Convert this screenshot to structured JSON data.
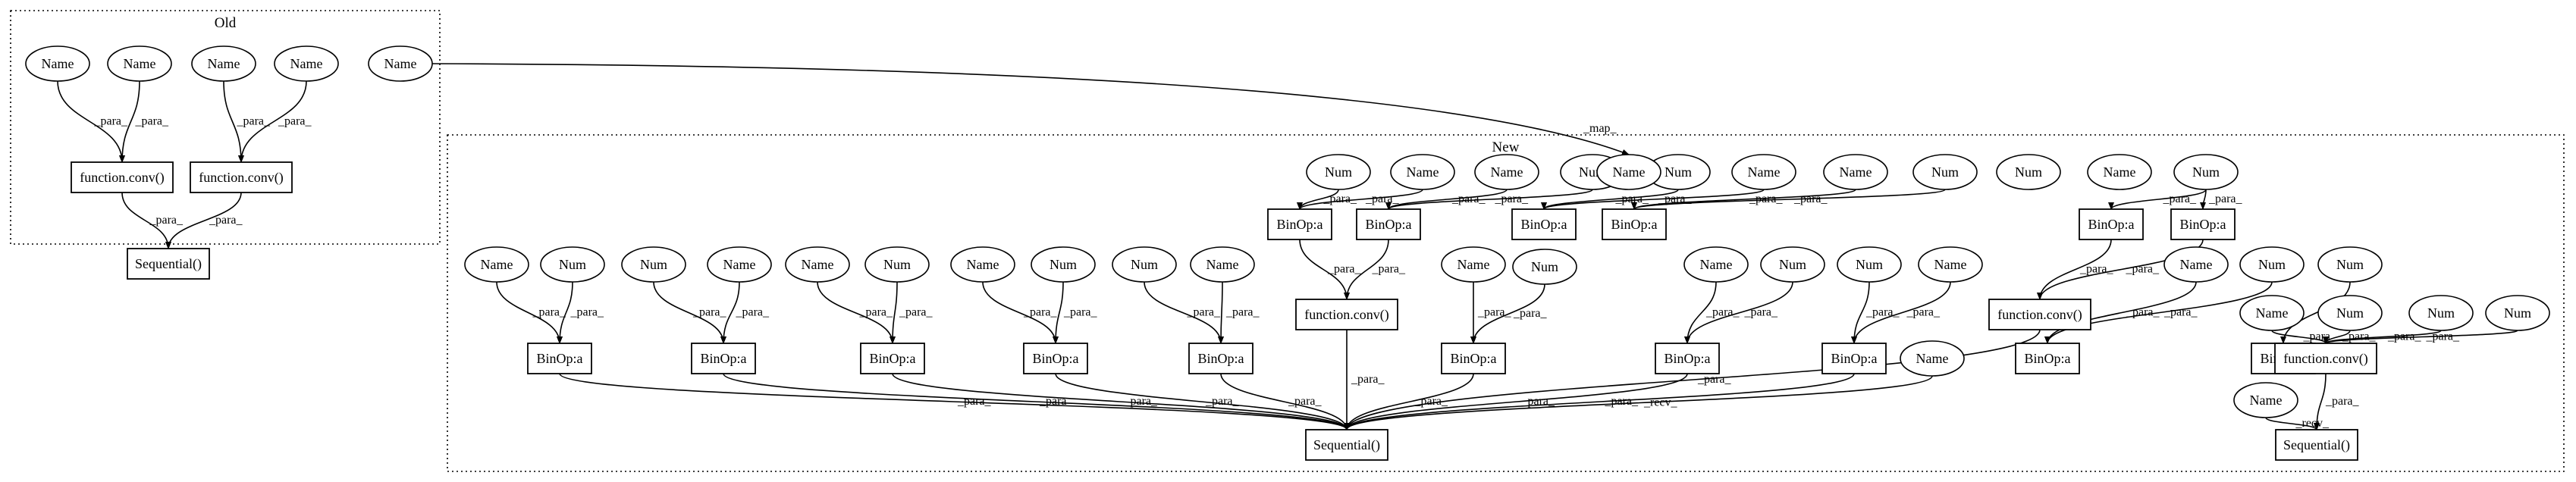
{
  "clusters": [
    {
      "id": "old",
      "label": "Old"
    },
    {
      "id": "new",
      "label": "New"
    }
  ],
  "nodes": [
    {
      "id": "o_n1",
      "kind": "ellipse",
      "label": "Name"
    },
    {
      "id": "o_n2",
      "kind": "ellipse",
      "label": "Name"
    },
    {
      "id": "o_n3",
      "kind": "ellipse",
      "label": "Name"
    },
    {
      "id": "o_n4",
      "kind": "ellipse",
      "label": "Name"
    },
    {
      "id": "o_n5",
      "kind": "ellipse",
      "label": "Name"
    },
    {
      "id": "o_f1",
      "kind": "box",
      "label": "function.conv()"
    },
    {
      "id": "o_f2",
      "kind": "box",
      "label": "function.conv()"
    },
    {
      "id": "o_seq",
      "kind": "box",
      "label": "Sequential()"
    },
    {
      "id": "t1",
      "kind": "ellipse",
      "label": "Num"
    },
    {
      "id": "t2",
      "kind": "ellipse",
      "label": "Name"
    },
    {
      "id": "t3",
      "kind": "ellipse",
      "label": "Name"
    },
    {
      "id": "t4",
      "kind": "ellipse",
      "label": "Num"
    },
    {
      "id": "t5",
      "kind": "ellipse",
      "label": "Num"
    },
    {
      "id": "t6",
      "kind": "ellipse",
      "label": "Name"
    },
    {
      "id": "t7",
      "kind": "ellipse",
      "label": "Name"
    },
    {
      "id": "t8",
      "kind": "ellipse",
      "label": "Num"
    },
    {
      "id": "t9",
      "kind": "ellipse",
      "label": "Num"
    },
    {
      "id": "t10",
      "kind": "ellipse",
      "label": "Name"
    },
    {
      "id": "t11",
      "kind": "ellipse",
      "label": "Name"
    },
    {
      "id": "t12",
      "kind": "ellipse",
      "label": "Num"
    },
    {
      "id": "tb1",
      "kind": "box",
      "label": "BinOp:a"
    },
    {
      "id": "tb2",
      "kind": "box",
      "label": "BinOp:a"
    },
    {
      "id": "tb3",
      "kind": "box",
      "label": "BinOp:a"
    },
    {
      "id": "tb4",
      "kind": "box",
      "label": "BinOp:a"
    },
    {
      "id": "tb5",
      "kind": "box",
      "label": "BinOp:a"
    },
    {
      "id": "tb6",
      "kind": "box",
      "label": "BinOp:a"
    },
    {
      "id": "tb7",
      "kind": "box",
      "label": "BinOp:a"
    },
    {
      "id": "m1",
      "kind": "ellipse",
      "label": "Name"
    },
    {
      "id": "m2",
      "kind": "ellipse",
      "label": "Num"
    },
    {
      "id": "m3",
      "kind": "ellipse",
      "label": "Num"
    },
    {
      "id": "m4",
      "kind": "ellipse",
      "label": "Name"
    },
    {
      "id": "m5",
      "kind": "ellipse",
      "label": "Name"
    },
    {
      "id": "m6",
      "kind": "ellipse",
      "label": "Num"
    },
    {
      "id": "m7",
      "kind": "ellipse",
      "label": "Name"
    },
    {
      "id": "m8",
      "kind": "ellipse",
      "label": "Num"
    },
    {
      "id": "m9",
      "kind": "ellipse",
      "label": "Num"
    },
    {
      "id": "m10",
      "kind": "ellipse",
      "label": "Name"
    },
    {
      "id": "m11",
      "kind": "ellipse",
      "label": "Name"
    },
    {
      "id": "m12",
      "kind": "ellipse",
      "label": "Num"
    },
    {
      "id": "m13",
      "kind": "ellipse",
      "label": "Name"
    },
    {
      "id": "m14",
      "kind": "ellipse",
      "label": "Num"
    },
    {
      "id": "m15",
      "kind": "ellipse",
      "label": "Num"
    },
    {
      "id": "m16",
      "kind": "ellipse",
      "label": "Name"
    },
    {
      "id": "m17",
      "kind": "ellipse",
      "label": "Name"
    },
    {
      "id": "m18",
      "kind": "ellipse",
      "label": "Num"
    },
    {
      "id": "m19",
      "kind": "ellipse",
      "label": "Name"
    },
    {
      "id": "m20",
      "kind": "ellipse",
      "label": "Num"
    },
    {
      "id": "m21",
      "kind": "ellipse",
      "label": "Num"
    },
    {
      "id": "m22",
      "kind": "ellipse",
      "label": "Name"
    },
    {
      "id": "mb1",
      "kind": "box",
      "label": "BinOp:a"
    },
    {
      "id": "mb2",
      "kind": "box",
      "label": "BinOp:a"
    },
    {
      "id": "mb3",
      "kind": "box",
      "label": "BinOp:a"
    },
    {
      "id": "mb4",
      "kind": "box",
      "label": "BinOp:a"
    },
    {
      "id": "mb5",
      "kind": "box",
      "label": "BinOp:a"
    },
    {
      "id": "mb6",
      "kind": "box",
      "label": "BinOp:a"
    },
    {
      "id": "mb7",
      "kind": "box",
      "label": "BinOp:a"
    },
    {
      "id": "mb8",
      "kind": "box",
      "label": "BinOp:a"
    },
    {
      "id": "mb9",
      "kind": "box",
      "label": "BinOp:a"
    },
    {
      "id": "mb10",
      "kind": "box",
      "label": "BinOp:a"
    },
    {
      "id": "mb11",
      "kind": "box",
      "label": "BinOp:a"
    },
    {
      "id": "n_num",
      "kind": "ellipse",
      "label": "Num"
    },
    {
      "id": "n_fc1",
      "kind": "box",
      "label": "function.conv()"
    },
    {
      "id": "n_fc2",
      "kind": "box",
      "label": "function.conv()"
    },
    {
      "id": "n_fc3",
      "kind": "box",
      "label": "function.conv()"
    },
    {
      "id": "r_name1",
      "kind": "ellipse",
      "label": "Name"
    },
    {
      "id": "r_num1",
      "kind": "ellipse",
      "label": "Num"
    },
    {
      "id": "r_num2",
      "kind": "ellipse",
      "label": "Num"
    },
    {
      "id": "r_num3",
      "kind": "ellipse",
      "label": "Num"
    },
    {
      "id": "recv_name1",
      "kind": "ellipse",
      "label": "Name"
    },
    {
      "id": "recv_name2",
      "kind": "ellipse",
      "label": "Name"
    },
    {
      "id": "seq_main",
      "kind": "box",
      "label": "Sequential()"
    },
    {
      "id": "seq_right",
      "kind": "box",
      "label": "Sequential()"
    }
  ],
  "edges": [
    {
      "from": "o_n1",
      "to": "o_f1",
      "label": "_para_"
    },
    {
      "from": "o_n2",
      "to": "o_f1",
      "label": "_para_"
    },
    {
      "from": "o_n3",
      "to": "o_f2",
      "label": "_para_"
    },
    {
      "from": "o_n4",
      "to": "o_f2",
      "label": "_para_"
    },
    {
      "from": "o_f1",
      "to": "o_seq",
      "label": "_para_"
    },
    {
      "from": "o_f2",
      "to": "o_seq",
      "label": "_para_"
    },
    {
      "from": "o_n5",
      "to": "t11",
      "label": "_map_"
    },
    {
      "from": "t1",
      "to": "tb1",
      "label": "_para_"
    },
    {
      "from": "t2",
      "to": "tb1",
      "label": "_para_"
    },
    {
      "from": "t3",
      "to": "tb2",
      "label": "_para_"
    },
    {
      "from": "t4",
      "to": "tb2",
      "label": "_para_"
    },
    {
      "from": "t5",
      "to": "tb3",
      "label": "_para_"
    },
    {
      "from": "t6",
      "to": "tb3",
      "label": "_para_"
    },
    {
      "from": "t7",
      "to": "tb4",
      "label": "_para_"
    },
    {
      "from": "t8",
      "to": "tb4",
      "label": "_para_"
    },
    {
      "from": "t9",
      "to": "tb5",
      "label": "_para_"
    },
    {
      "from": "t10",
      "to": "tb5",
      "label": "_para_"
    },
    {
      "from": "t11",
      "to": "tb5",
      "label": "_para_"
    },
    {
      "from": "t12",
      "to": "tb6",
      "label": "_para_"
    },
    {
      "from": "t12",
      "to": "tb7",
      "label": "_para_"
    },
    {
      "from": "m1",
      "to": "mb1",
      "label": "_para_"
    },
    {
      "from": "m2",
      "to": "mb1",
      "label": "_para_"
    },
    {
      "from": "m3",
      "to": "mb2",
      "label": "_para_"
    },
    {
      "from": "m4",
      "to": "mb2",
      "label": "_para_"
    },
    {
      "from": "m5",
      "to": "mb3",
      "label": "_para_"
    },
    {
      "from": "m6",
      "to": "mb3",
      "label": "_para_"
    },
    {
      "from": "m7",
      "to": "mb4",
      "label": "_para_"
    },
    {
      "from": "m8",
      "to": "mb4",
      "label": "_para_"
    },
    {
      "from": "m9",
      "to": "mb5",
      "label": "_para_"
    },
    {
      "from": "m10",
      "to": "mb5",
      "label": "_para_"
    },
    {
      "from": "m11",
      "to": "mb6",
      "label": "_para_"
    },
    {
      "from": "m12",
      "to": "mb7",
      "label": "_para_"
    },
    {
      "from": "m13",
      "to": "mb8",
      "label": "_para_"
    },
    {
      "from": "m14",
      "to": "mb8",
      "label": "_para_"
    },
    {
      "from": "m15",
      "to": "mb9",
      "label": "_para_"
    },
    {
      "from": "m16",
      "to": "mb9",
      "label": "_para_"
    },
    {
      "from": "m17",
      "to": "mb10",
      "label": "_para_"
    },
    {
      "from": "m18",
      "to": "mb10",
      "label": "_para_"
    },
    {
      "from": "m19",
      "to": "mb11",
      "label": "_para_"
    },
    {
      "from": "m20",
      "to": "mb11",
      "label": "_para_"
    },
    {
      "from": "tb1",
      "to": "n_fc1",
      "label": "_para_"
    },
    {
      "from": "tb2",
      "to": "n_fc1",
      "label": "_para_"
    },
    {
      "from": "tb6",
      "to": "n_fc2",
      "label": "_para_"
    },
    {
      "from": "tb7",
      "to": "n_fc2",
      "label": "_para_"
    },
    {
      "from": "mb11",
      "to": "n_fc3",
      "label": "_para_"
    },
    {
      "from": "r_name1",
      "to": "n_fc3",
      "label": "_para_"
    },
    {
      "from": "r_num1",
      "to": "n_fc3",
      "label": "_para_"
    },
    {
      "from": "r_num2",
      "to": "n_fc3",
      "label": "_para_"
    },
    {
      "from": "r_num3",
      "to": "n_fc3",
      "label": "_para_"
    },
    {
      "from": "n_num",
      "to": "mb6",
      "label": "_para_"
    },
    {
      "from": "mb1",
      "to": "seq_main",
      "label": "_para_"
    },
    {
      "from": "mb2",
      "to": "seq_main",
      "label": "_para_"
    },
    {
      "from": "mb3",
      "to": "seq_main",
      "label": "_para_"
    },
    {
      "from": "mb4",
      "to": "seq_main",
      "label": "_para_"
    },
    {
      "from": "mb5",
      "to": "seq_main",
      "label": "_para_"
    },
    {
      "from": "n_fc1",
      "to": "seq_main",
      "label": "_para_"
    },
    {
      "from": "mb6",
      "to": "seq_main",
      "label": "_para_"
    },
    {
      "from": "mb8",
      "to": "seq_main",
      "label": "_para_"
    },
    {
      "from": "mb9",
      "to": "seq_main",
      "label": "_para_"
    },
    {
      "from": "recv_name1",
      "to": "seq_main",
      "label": "_recv_"
    },
    {
      "from": "n_fc2",
      "to": "seq_main",
      "label": "_para_"
    },
    {
      "from": "recv_name2",
      "to": "seq_right",
      "label": "_recv_"
    },
    {
      "from": "n_fc3",
      "to": "seq_right",
      "label": "_para_"
    }
  ]
}
